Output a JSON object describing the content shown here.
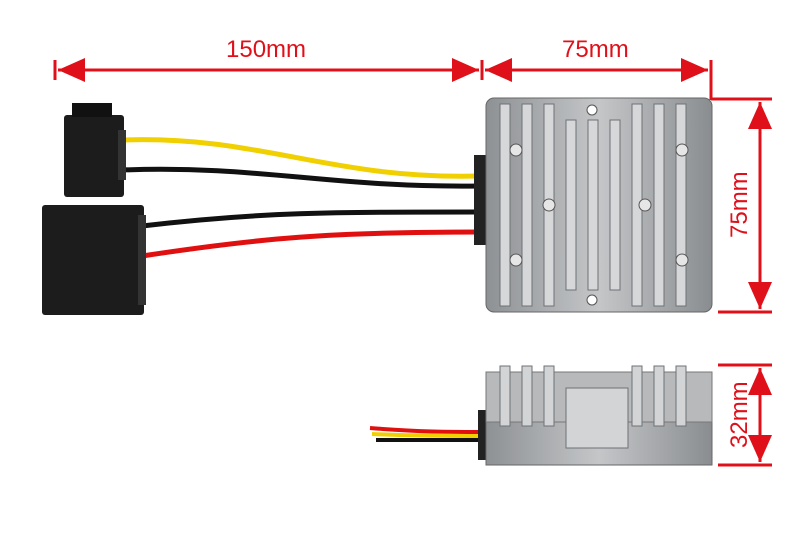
{
  "dimensions": {
    "cable_length": "150mm",
    "module_width": "75mm",
    "module_height": "75mm",
    "module_thickness": "32mm"
  },
  "colors": {
    "dimension": "#e0101a",
    "housing": "#a9abad",
    "wire_yellow": "#f0d000",
    "wire_red": "#e01010",
    "wire_black": "#111111",
    "connector": "#1a1a1a"
  }
}
